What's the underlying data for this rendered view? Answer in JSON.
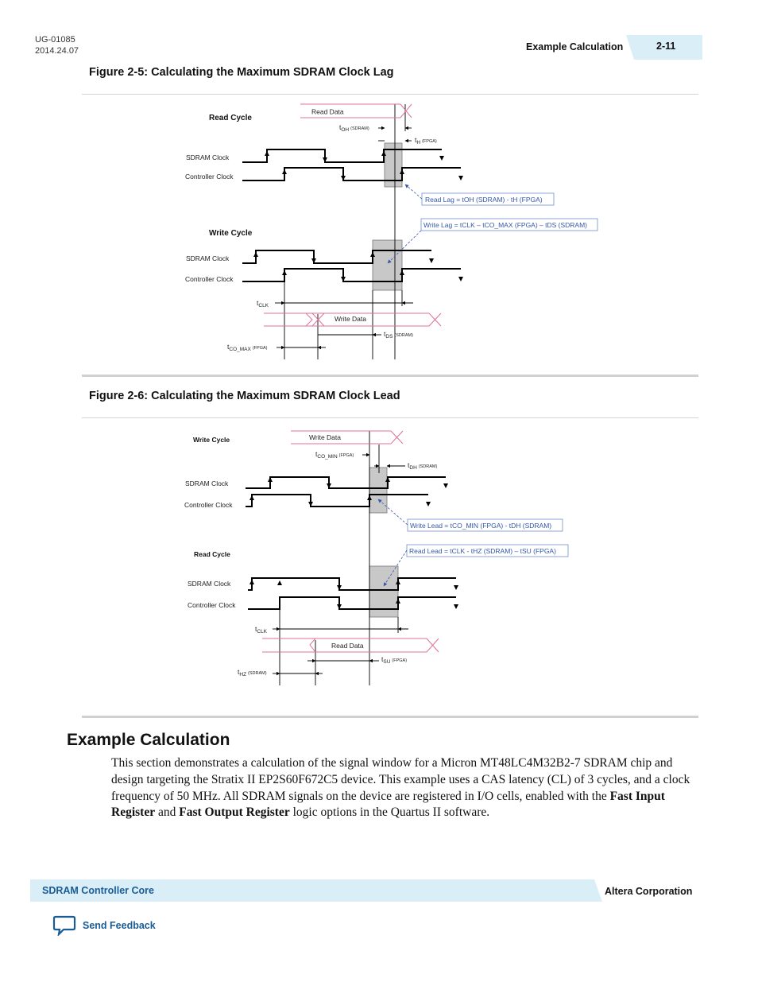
{
  "header": {
    "doc_id": "UG-01085",
    "doc_date": "2014.24.07",
    "section": "Example Calculation",
    "page": "2-11"
  },
  "figure1": {
    "caption": "Figure 2-5: Calculating the Maximum SDRAM Clock Lag",
    "read_cycle": "Read Cycle",
    "write_cycle": "Write Cycle",
    "sdram_clock": "SDRAM Clock",
    "controller_clock": "Controller Clock",
    "read_data": "Read Data",
    "write_data": "Write Data",
    "t_oh_main": "t",
    "t_oh_sub": "OH",
    "t_oh_tag": "(SDRAM)",
    "t_h_main": "t",
    "t_h_sub": "H",
    "t_h_tag": "(FPGA)",
    "t_clk_main": "t",
    "t_clk_sub": "CLK",
    "t_ds_main": "t",
    "t_ds_sub": "DS",
    "t_ds_tag": "(SDRAM)",
    "t_co_max_main": "t",
    "t_co_max_sub": "CO_MAX",
    "t_co_max_tag": "(FPGA)",
    "read_lag_formula": "Read Lag = tOH (SDRAM) - tH (FPGA)",
    "write_lag_formula": "Write Lag = tCLK – tCO_MAX (FPGA) – tDS (SDRAM)"
  },
  "figure2": {
    "caption": "Figure 2-6: Calculating the Maximum SDRAM Clock Lead",
    "write_cycle": "Write Cycle",
    "read_cycle": "Read Cycle",
    "sdram_clock": "SDRAM Clock",
    "controller_clock": "Controller Clock",
    "write_data": "Write Data",
    "read_data": "Read Data",
    "t_co_min_main": "t",
    "t_co_min_sub": "CO_MIN",
    "t_co_min_tag": "(FPGA)",
    "t_dh_main": "t",
    "t_dh_sub": "DH",
    "t_dh_tag": "(SDRAM)",
    "t_clk_main": "t",
    "t_clk_sub": "CLK",
    "t_su_main": "t",
    "t_su_sub": "SU",
    "t_su_tag": "(FPGA)",
    "t_hz_main": "t",
    "t_hz_sub": "HZ",
    "t_hz_tag": "(SDRAM)",
    "write_lead_formula": "Write Lead = tCO_MIN (FPGA) - tDH (SDRAM)",
    "read_lead_formula": "Read Lead = tCLK - tHZ (SDRAM) – tSU (FPGA)"
  },
  "section": {
    "title": "Example Calculation",
    "para_1": "This section demonstrates a calculation of the signal window for a Micron MT48LC4M32B2-7 SDRAM chip and design targeting the Stratix II EP2S60F672C5 device. This example uses a CAS latency (CL) of 3 cycles, and a clock frequency of 50 MHz. All SDRAM signals on the device are registered in I/O cells, enabled with the",
    "bold_1": "Fast Input Register",
    "para_2": "and",
    "bold_2": "Fast Output Register",
    "para_3": "logic options in the Quartus II software."
  },
  "footer": {
    "title": "SDRAM Controller Core",
    "company": "Altera Corporation",
    "feedback": "Send Feedback",
    "feedback_icon": "speech-bubble-icon"
  },
  "colors": {
    "accent_band": "#daeef7",
    "link_blue": "#1a5c96",
    "data_pink": "#e0709b",
    "formula_blue": "#3557a8",
    "setup_gray": "#c8c8c8"
  }
}
